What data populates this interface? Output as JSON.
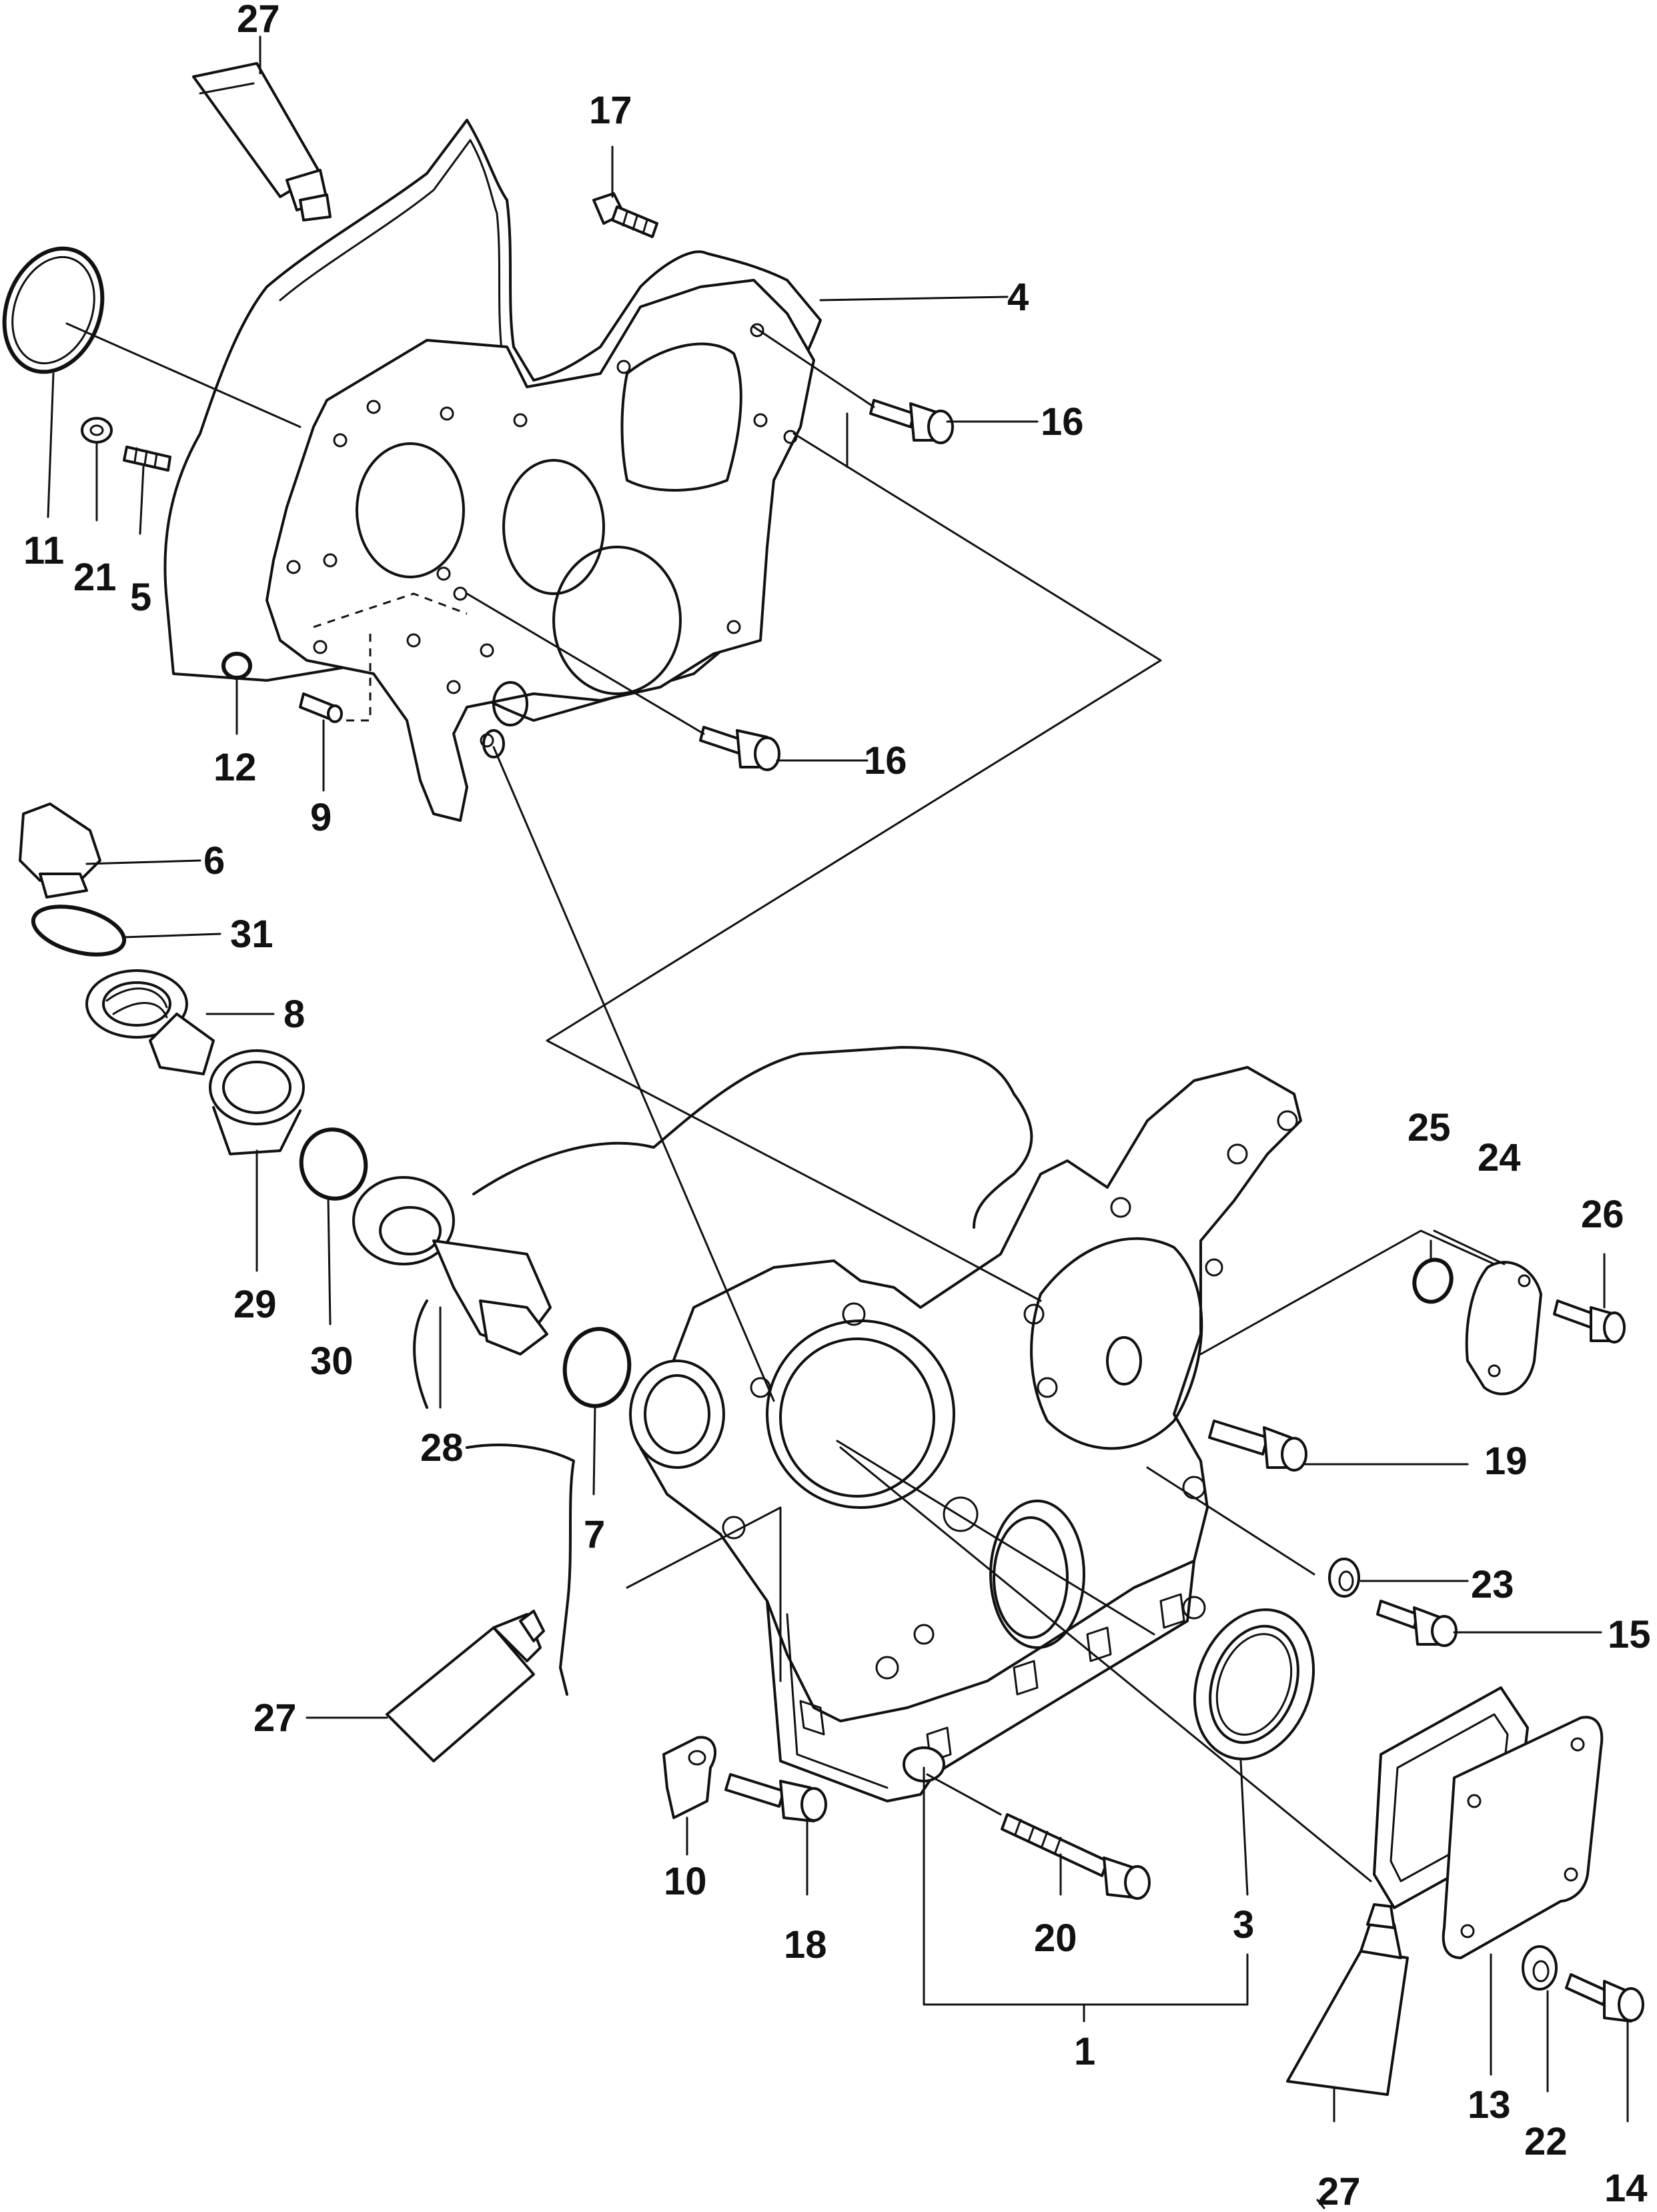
{
  "labels": {
    "l27a": "27",
    "l17": "17",
    "l4": "4",
    "l16a": "16",
    "l11": "11",
    "l21": "21",
    "l5": "5",
    "l12": "12",
    "l9": "9",
    "l16b": "16",
    "l6": "6",
    "l31": "31",
    "l8": "8",
    "l29": "29",
    "l30": "30",
    "l28": "28",
    "l7": "7",
    "l27b": "27",
    "l25": "25",
    "l24": "24",
    "l26": "26",
    "l19": "19",
    "l23": "23",
    "l15": "15",
    "l10": "10",
    "l18": "18",
    "l20": "20",
    "l3": "3",
    "l1": "1",
    "l27c": "27",
    "l13": "13",
    "l22": "22",
    "l14": "14"
  },
  "colors": {
    "ink": "#111111",
    "paper": "#ffffff"
  }
}
